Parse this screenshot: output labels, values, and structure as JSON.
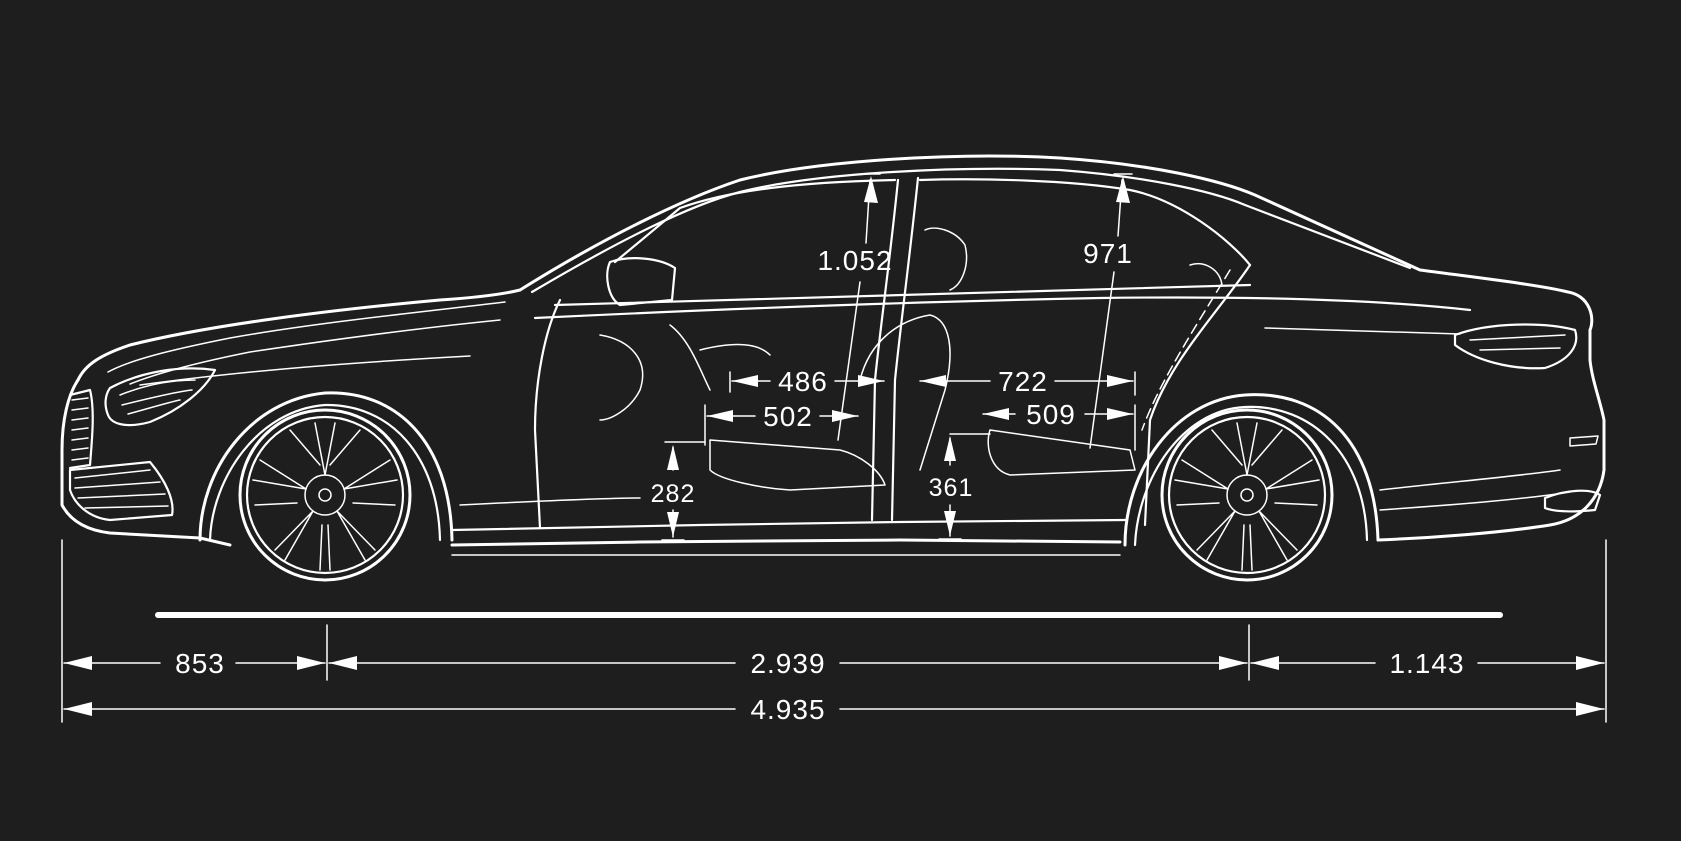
{
  "diagram": {
    "background_color": "#1e1e1e",
    "line_color": "#ffffff",
    "subject": "sedan side-view line drawing with dimensions",
    "dimensions": {
      "front_overhang": "853",
      "wheelbase": "2.939",
      "rear_overhang": "1.143",
      "overall_length": "4.935",
      "front_headroom": "1.052",
      "rear_headroom": "971",
      "front_seat_depth_upper": "486",
      "front_seat_depth_lower": "502",
      "rear_seat_depth_upper": "722",
      "rear_seat_depth_lower": "509",
      "front_seat_height": "282",
      "rear_seat_height": "361"
    }
  }
}
